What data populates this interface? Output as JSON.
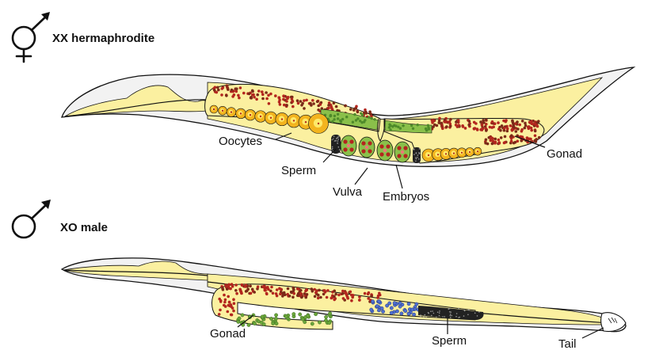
{
  "hermaphrodite": {
    "title": "XX hermaphrodite",
    "symbol_icon": "hermaphrodite-symbol-icon",
    "labels": {
      "oocytes": "Oocytes",
      "sperm": "Sperm",
      "vulva": "Vulva",
      "embryos": "Embryos",
      "gonad": "Gonad"
    }
  },
  "male": {
    "title": "XO male",
    "symbol_icon": "male-symbol-icon",
    "labels": {
      "gonad": "Gonad",
      "sperm": "Sperm",
      "tail": "Tail"
    }
  },
  "colors": {
    "body_fill": "#f2f2f2",
    "gut_yellow": "#fbf0a0",
    "oocyte_orange": "#f3b41e",
    "nucleus_yellow": "#fde96a",
    "germ_red": "#b3261e",
    "germ_brown": "#7a2a18",
    "spermatheca_green": "#8ac04a",
    "male_sperm_blue": "#4f6fd0",
    "sperm_black": "#111111"
  }
}
